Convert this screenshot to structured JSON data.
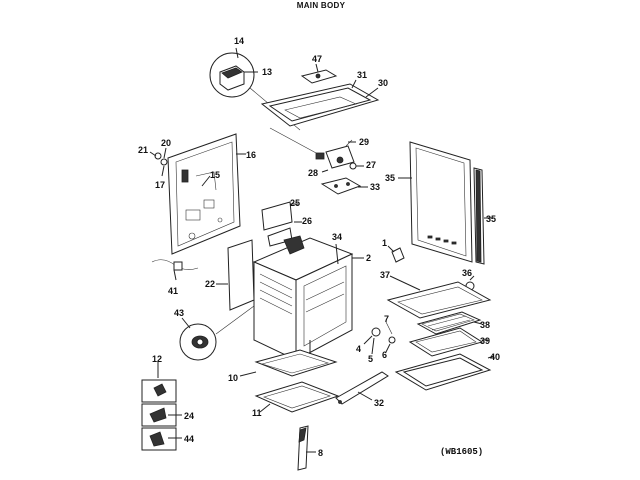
{
  "title": "MAIN BODY",
  "diagram_code": "(WB1605)",
  "callouts": {
    "c1": "1",
    "c2": "2",
    "c4": "4",
    "c5": "5",
    "c6": "6",
    "c7": "7",
    "c8": "8",
    "c10": "10",
    "c11": "11",
    "c12": "12",
    "c13": "13",
    "c14": "14",
    "c15": "15",
    "c16": "16",
    "c17": "17",
    "c20": "20",
    "c21": "21",
    "c22": "22",
    "c24": "24",
    "c25": "25",
    "c26": "26",
    "c27": "27",
    "c28": "28",
    "c29": "29",
    "c30": "30",
    "c31": "31",
    "c32": "32",
    "c33": "33",
    "c34": "34",
    "c35a": "35",
    "c35b": "35",
    "c36": "36",
    "c37": "37",
    "c38": "38",
    "c39": "39",
    "c40": "40",
    "c41": "41",
    "c43": "43",
    "c44": "44",
    "c47": "47"
  }
}
